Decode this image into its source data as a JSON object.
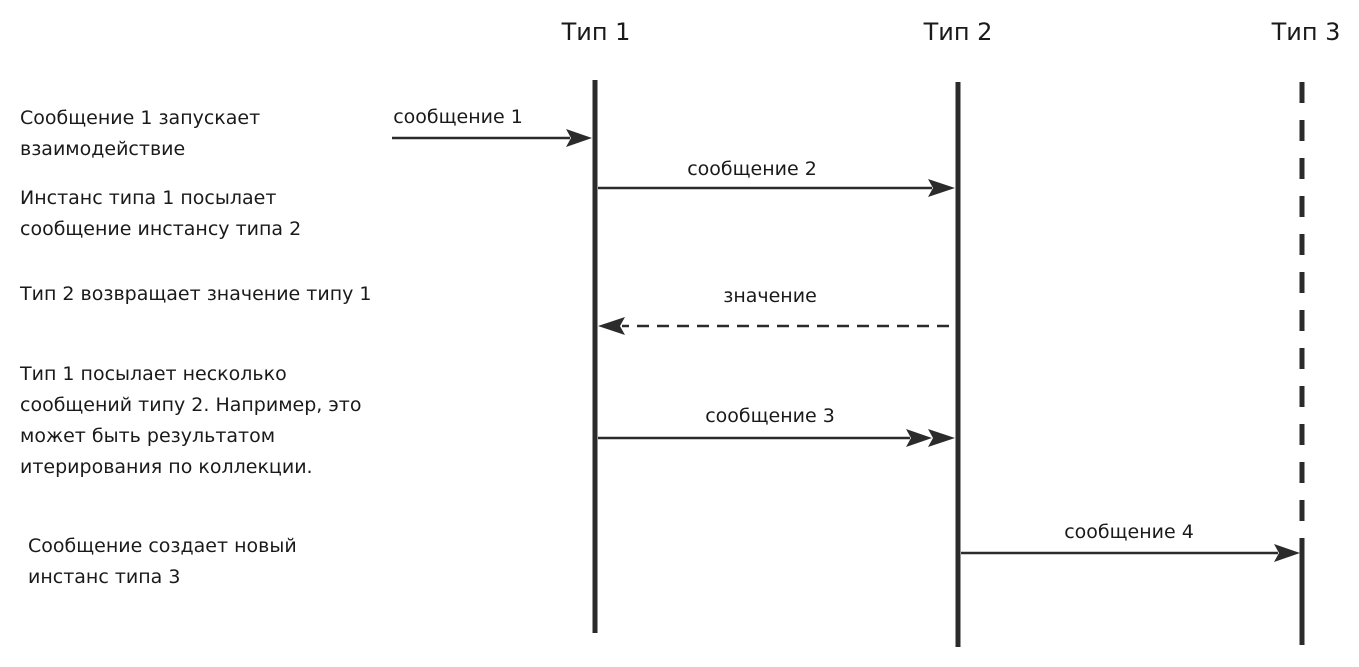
{
  "lifelines": [
    {
      "id": "type-1",
      "label": "Тип 1"
    },
    {
      "id": "type-2",
      "label": "Тип 2"
    },
    {
      "id": "type-3",
      "label": "Тип 3"
    }
  ],
  "notes": [
    "Сообщение 1 запускает\nвзаимодействие",
    "Инстанс типа 1 посылает\nсообщение инстансу типа 2",
    "Тип 2 возвращает значение типу 1",
    "Тип 1 посылает несколько\nсообщений типу 2. Например, это\nможет быть результатом\nитерирования по коллекции.",
    "Сообщение создает новый\nинстанс типа 3"
  ],
  "messages": [
    {
      "label": "сообщение 1",
      "from": "outside",
      "to": "Тип 1",
      "kind": "sync"
    },
    {
      "label": "сообщение 2",
      "from": "Тип 1",
      "to": "Тип 2",
      "kind": "sync"
    },
    {
      "label": "значение",
      "from": "Тип 2",
      "to": "Тип 1",
      "kind": "return"
    },
    {
      "label": "сообщение 3",
      "from": "Тип 1",
      "to": "Тип 2",
      "kind": "multiple"
    },
    {
      "label": "сообщение 4",
      "from": "Тип 2",
      "to": "Тип 3",
      "kind": "create"
    }
  ],
  "colors": {
    "line": "#2b2b2b",
    "text": "#1a1a1a"
  }
}
